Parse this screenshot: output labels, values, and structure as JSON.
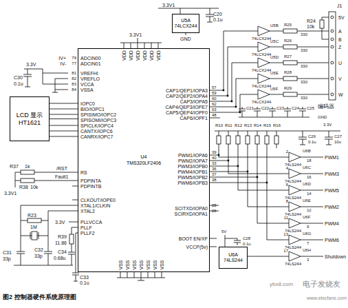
{
  "diagram": {
    "caption": "图2 控制器硬件系统原理图",
    "nodes": [
      {
        "text": [
          "LCD 显示",
          "HT1621"
        ]
      },
      {
        "text": [
          "U4",
          "TMS320LF2406"
        ]
      },
      {
        "text": [
          "U5A",
          "74LCX244"
        ]
      },
      {
        "text": [
          "U6A",
          "74LS244"
        ]
      }
    ],
    "edges": [
      {
        "from": 0,
        "to": 1,
        "arrow": "none"
      }
    ],
    "labels": [
      "3.3V1",
      "C20",
      "0.1u",
      "3.3V1",
      "GND",
      "VDD",
      "VDD",
      "VDD",
      "VDD",
      "VDD",
      "VDD",
      "ADCIN00",
      "ADCIN01",
      "VREFHI",
      "VREFLO",
      "VCCA",
      "VSSA",
      "IOPC0",
      "BIO/IOPC1",
      "SPISIMO/IOPC2",
      "SPISOMI/IOPC3",
      "SPICLK/IOPC4",
      "CANTX/IOPC6",
      "CANRX/IOPC7",
      "RS",
      "PDPINTA",
      "PDPINTB",
      "CLKOUT/IOPE0",
      "XTAL1/CLKIN",
      "XTAL2",
      "PLLVCCA",
      "PLLF",
      "PLLF2",
      "CAP1/QEP1/IOPA3",
      "CAP2/QEP2/IOPA4",
      "CAP3/IOPA5",
      "CAP4/QEP3/IOPE7",
      "CAP5/QEP4/IOPF0",
      "CAP6/IOPF1",
      "PWM1/IOPA6",
      "PWM2/IOPA7",
      "PWM3/IOPB0",
      "PWM4/IOPB1",
      "PWM5/IOPB2",
      "PWM6/IOPB3",
      "SCITXD/IOPA0",
      "SCIRXD/IOPA1",
      "BOOT EN/XF",
      "VCCP(5v)",
      "VSS",
      "VSS",
      "VSS",
      "VSS",
      "VSS",
      "VSS",
      "VSS",
      "IV+",
      "IV-",
      "79",
      "77",
      "81",
      "82",
      "83",
      "84",
      "57",
      "59",
      "60",
      "62",
      "63",
      "48",
      "39",
      "40",
      "33",
      "36",
      "37",
      "38",
      "25",
      "26",
      "3.3V",
      "C30",
      "0.1u",
      "R37",
      "1k",
      "/RST",
      "Fault1",
      "R38",
      "10k",
      "3.3V1",
      "R23",
      "1M",
      "C31",
      "33p",
      "C32",
      "33p",
      "3.3V",
      "R39",
      "11.86",
      "C34",
      "0.68u",
      "C33",
      "0.1u",
      "J1",
      "5V",
      "R24",
      "10k",
      "A",
      "B",
      "Z",
      "U",
      "V",
      "W",
      "编码器",
      "R25",
      "R26",
      "R27",
      "R28",
      "R29",
      "330",
      "330",
      "330",
      "330",
      "330",
      "74LCX244",
      "74LCX244",
      "74LCX244",
      "74LCX244",
      "74LCX244",
      "U5B",
      "U5C",
      "U5D",
      "U5E",
      "U5F",
      "C21",
      "C22",
      "C23",
      "C24",
      "C25",
      "GND",
      "R10",
      "R11",
      "R12",
      "R13",
      "R14",
      "R15",
      "R16",
      "3.3V",
      "C26",
      "0.1u",
      "C27",
      "10u",
      "5V",
      "C28",
      "0.1u",
      "74LS244",
      "74LS244",
      "74LS244",
      "74LS244",
      "74LS244",
      "74LS244",
      "74LS244",
      "U6B",
      "U6C",
      "U6D",
      "U6E",
      "U6F",
      "U6G",
      "U6H",
      "2",
      "4",
      "6",
      "8",
      "11",
      "13",
      "17",
      "18",
      "16",
      "14",
      "12",
      "9",
      "7",
      "3",
      "PWM1",
      "PWM3",
      "PWM5",
      "PWM2",
      "PWM4",
      "PWM6",
      "Shutdown",
      "ybx8.com",
      "电子发烧友",
      "www.elecfans.com"
    ]
  }
}
